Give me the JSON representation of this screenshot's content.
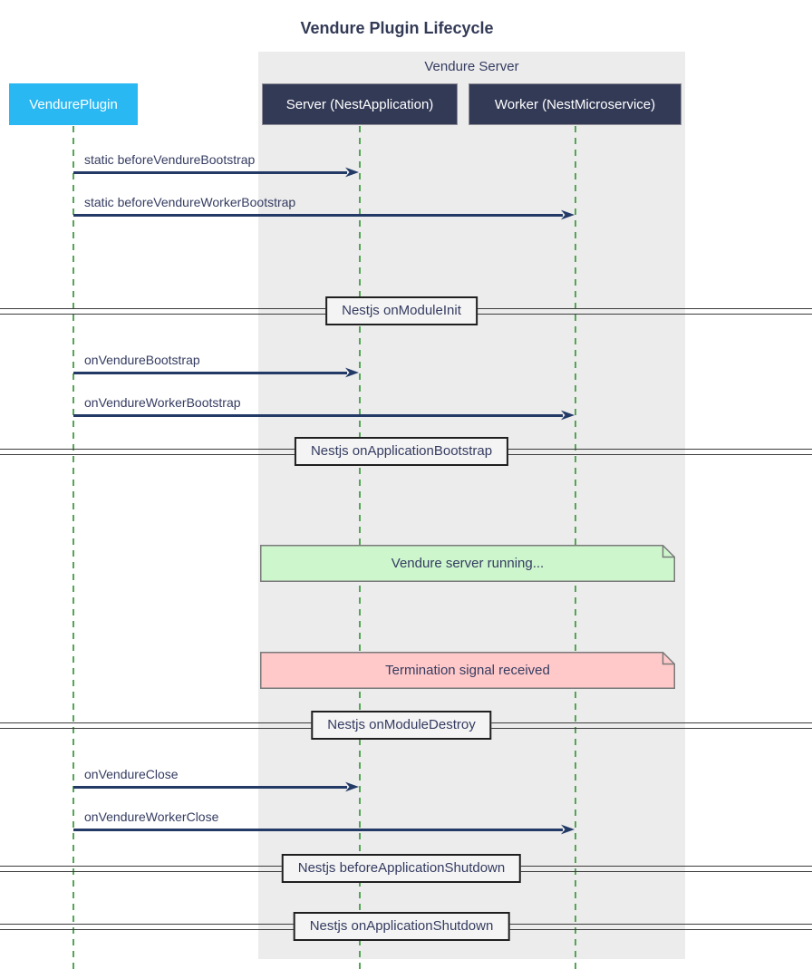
{
  "title": "Vendure Plugin Lifecycle",
  "group": {
    "label": "Vendure Server"
  },
  "actors": [
    {
      "label": "VendurePlugin"
    },
    {
      "label": "Server (NestApplication)"
    },
    {
      "label": "Worker (NestMicroservice)"
    }
  ],
  "messages": [
    {
      "label": "static beforeVendureBootstrap",
      "from": "VendurePlugin",
      "to": "Server (NestApplication)"
    },
    {
      "label": "static beforeVendureWorkerBootstrap",
      "from": "VendurePlugin",
      "to": "Worker (NestMicroservice)"
    },
    {
      "label": "onVendureBootstrap",
      "from": "VendurePlugin",
      "to": "Server (NestApplication)"
    },
    {
      "label": "onVendureWorkerBootstrap",
      "from": "VendurePlugin",
      "to": "Worker (NestMicroservice)"
    },
    {
      "label": "onVendureClose",
      "from": "VendurePlugin",
      "to": "Server (NestApplication)"
    },
    {
      "label": "onVendureWorkerClose",
      "from": "VendurePlugin",
      "to": "Worker (NestMicroservice)"
    }
  ],
  "dividers": [
    {
      "label": "Nestjs onModuleInit"
    },
    {
      "label": "Nestjs onApplicationBootstrap"
    },
    {
      "label": "Nestjs onModuleDestroy"
    },
    {
      "label": "Nestjs beforeApplicationShutdown"
    },
    {
      "label": "Nestjs onApplicationShutdown"
    }
  ],
  "notes": [
    {
      "label": "Vendure server running...",
      "fill": "#cdf6cd"
    },
    {
      "label": "Termination signal received",
      "fill": "#ffc9c9"
    }
  ],
  "colors": {
    "actor_cyan": "#29b8f2",
    "actor_dark": "#333a56",
    "group_fill": "#ececec",
    "lifeline_green": "#55a555",
    "arrow_navy": "#233a66",
    "text_navy": "#353c61",
    "note_green": "#cdf6cd",
    "note_pink": "#ffc9c9",
    "note_border": "#7a7a7a"
  }
}
